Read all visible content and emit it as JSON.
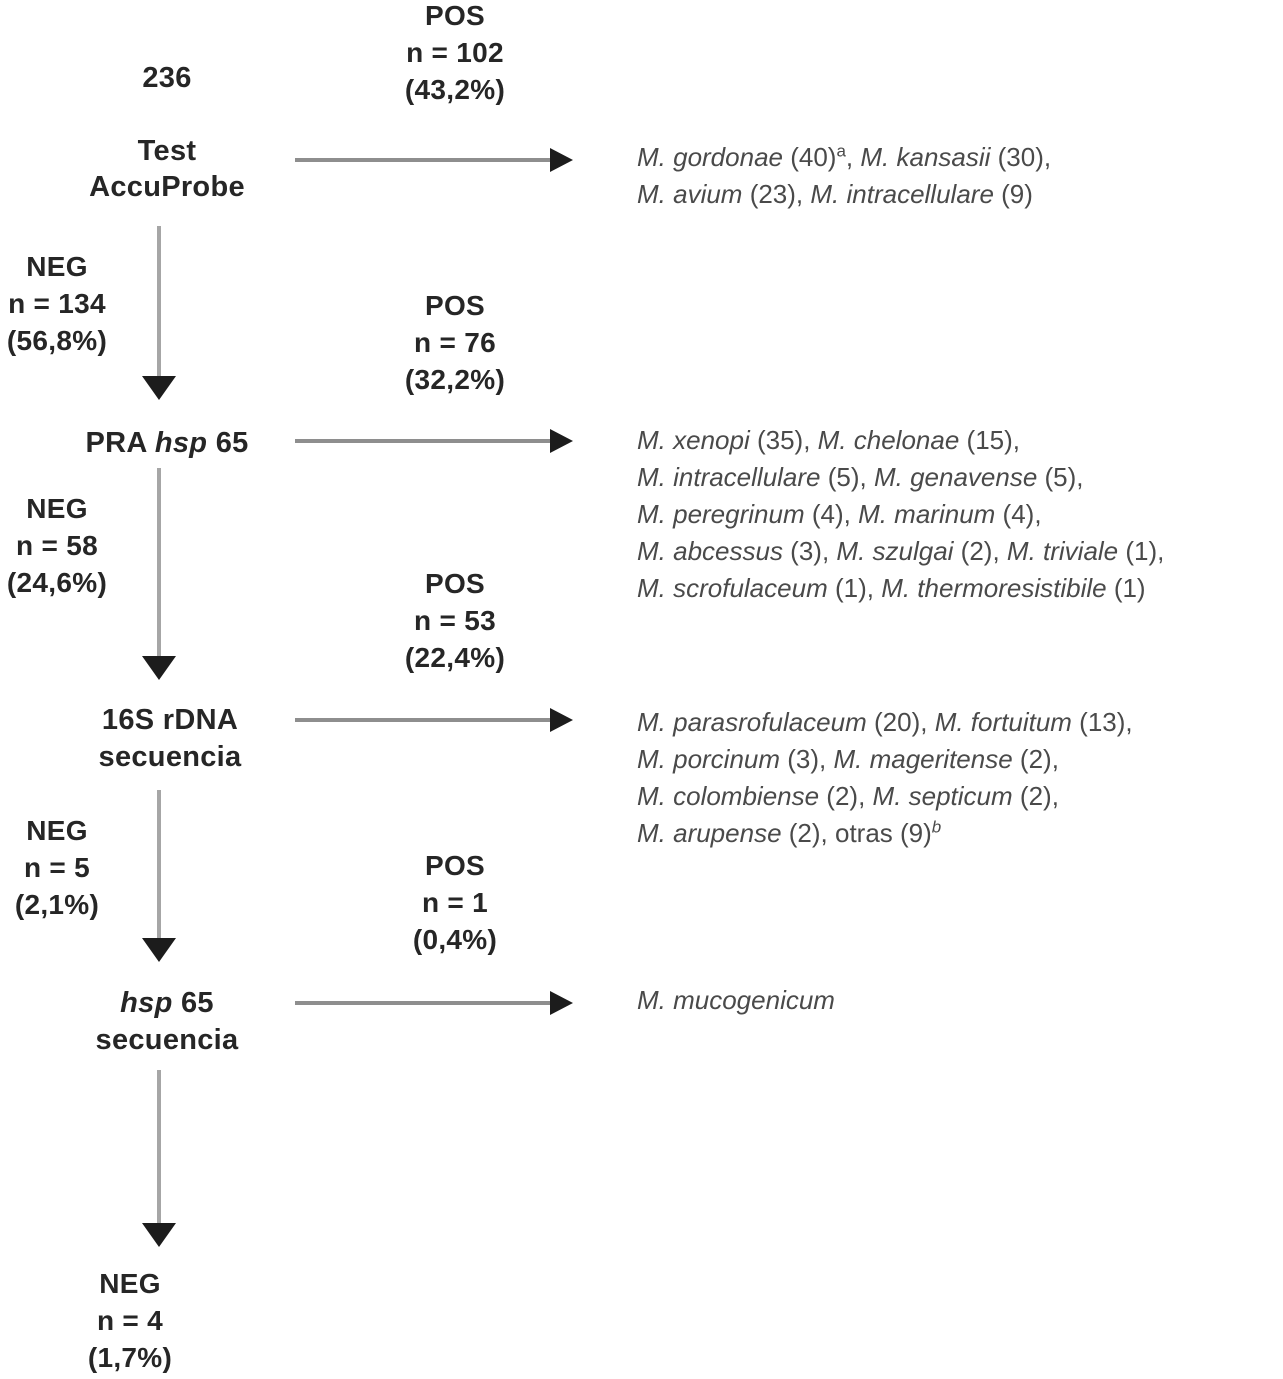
{
  "palette": {
    "background": "#ffffff",
    "node_text": "#262626",
    "species_text": "#4a4a4a",
    "arrow_line_horizontal": "#8e8e8e",
    "arrow_line_vertical": "#a6a6a6",
    "arrow_head": "#1c1c1c"
  },
  "flowchart": {
    "total_label": "236",
    "nodes": {
      "accuprobe": {
        "lines": [
          [
            {
              "t": "Test"
            }
          ],
          [
            {
              "t": "AccuProbe"
            }
          ]
        ]
      },
      "pra_hsp65": {
        "lines": [
          [
            {
              "t": "PRA "
            },
            {
              "t": "hsp",
              "i": true
            },
            {
              "t": " 65"
            }
          ]
        ]
      },
      "rdna16s": {
        "lines": [
          [
            {
              "t": "16S rDNA"
            }
          ],
          [
            {
              "t": "secuencia"
            }
          ]
        ]
      },
      "hsp65_seq": {
        "lines": [
          [
            {
              "t": "hsp",
              "i": true
            },
            {
              "t": " 65"
            }
          ],
          [
            {
              "t": "secuencia"
            }
          ]
        ]
      }
    },
    "pos_blocks": [
      {
        "label": "POS",
        "n": "n = 102",
        "pct": "(43,2%)"
      },
      {
        "label": "POS",
        "n": "n = 76",
        "pct": "(32,2%)"
      },
      {
        "label": "POS",
        "n": "n = 53",
        "pct": "(22,4%)"
      },
      {
        "label": "POS",
        "n": "n = 1",
        "pct": "(0,4%)"
      }
    ],
    "neg_blocks": [
      {
        "label": "NEG",
        "n": "n = 134",
        "pct": "(56,8%)"
      },
      {
        "label": "NEG",
        "n": "n = 58",
        "pct": "(24,6%)"
      },
      {
        "label": "NEG",
        "n": "n = 5",
        "pct": "(2,1%)"
      },
      {
        "label": "NEG",
        "n": "n = 4",
        "pct": "(1,7%)"
      }
    ],
    "species_blocks": [
      {
        "lines": [
          [
            {
              "t": "M. gordonae",
              "i": true
            },
            {
              "t": " (40)"
            },
            {
              "t": "a",
              "sup": true
            },
            {
              "t": ", "
            },
            {
              "t": "M. kansasii",
              "i": true
            },
            {
              "t": " (30),"
            }
          ],
          [
            {
              "t": "M. avium",
              "i": true
            },
            {
              "t": " (23), "
            },
            {
              "t": "M. intracellulare",
              "i": true
            },
            {
              "t": " (9)"
            }
          ]
        ]
      },
      {
        "lines": [
          [
            {
              "t": "M. xenopi",
              "i": true
            },
            {
              "t": " (35), "
            },
            {
              "t": "M. chelonae",
              "i": true
            },
            {
              "t": " (15),"
            }
          ],
          [
            {
              "t": "M. intracellulare",
              "i": true
            },
            {
              "t": " (5), "
            },
            {
              "t": "M. genavense",
              "i": true
            },
            {
              "t": " (5),"
            }
          ],
          [
            {
              "t": "M. peregrinum",
              "i": true
            },
            {
              "t": " (4), "
            },
            {
              "t": "M. marinum",
              "i": true
            },
            {
              "t": " (4),"
            }
          ],
          [
            {
              "t": "M. abcessus",
              "i": true
            },
            {
              "t": " (3), "
            },
            {
              "t": "M. szulgai",
              "i": true
            },
            {
              "t": " (2), "
            },
            {
              "t": "M. triviale",
              "i": true
            },
            {
              "t": " (1),"
            }
          ],
          [
            {
              "t": "M. scrofulaceum",
              "i": true
            },
            {
              "t": " (1), "
            },
            {
              "t": "M. thermoresistibile",
              "i": true
            },
            {
              "t": " (1)"
            }
          ]
        ]
      },
      {
        "lines": [
          [
            {
              "t": "M. parasrofulaceum",
              "i": true
            },
            {
              "t": " (20), "
            },
            {
              "t": "M. fortuitum",
              "i": true
            },
            {
              "t": " (13),"
            }
          ],
          [
            {
              "t": "M. porcinum",
              "i": true
            },
            {
              "t": " (3), "
            },
            {
              "t": "M. mageritense",
              "i": true
            },
            {
              "t": " (2),"
            }
          ],
          [
            {
              "t": "M. colombiense",
              "i": true
            },
            {
              "t": " (2), "
            },
            {
              "t": "M. septicum",
              "i": true
            },
            {
              "t": " (2),"
            }
          ],
          [
            {
              "t": "M. arupense",
              "i": true
            },
            {
              "t": "  (2), otras (9)"
            },
            {
              "t": "b",
              "sup": true,
              "i": true
            }
          ]
        ]
      },
      {
        "lines": [
          [
            {
              "t": "M. mucogenicum",
              "i": true
            }
          ]
        ]
      }
    ]
  }
}
